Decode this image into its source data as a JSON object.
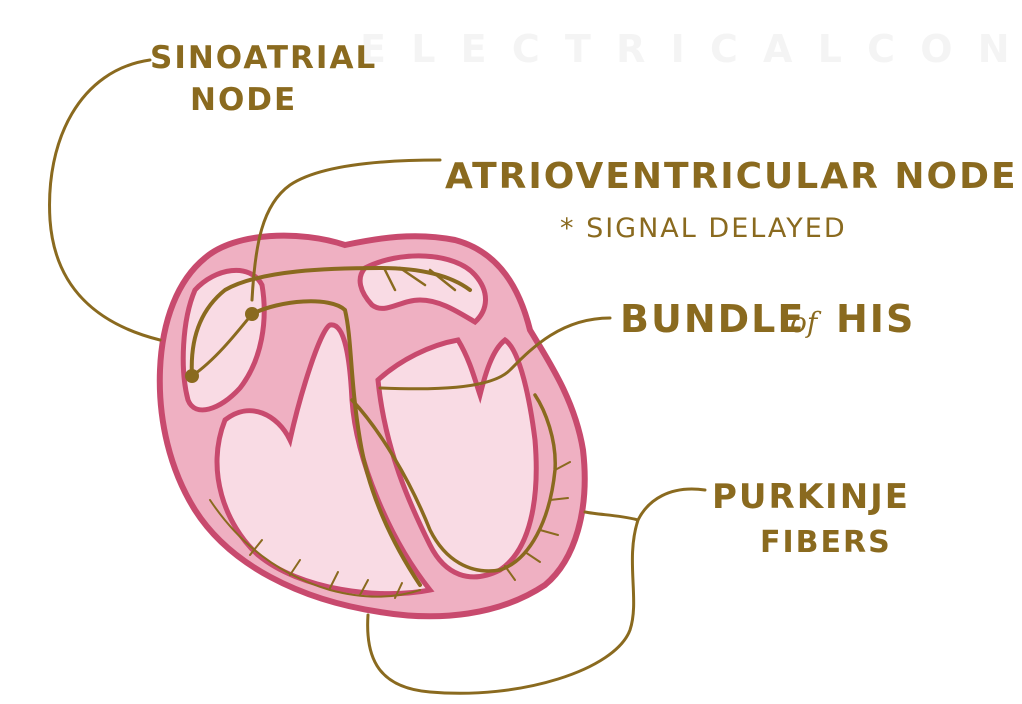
{
  "diagram": {
    "labels": {
      "sa_line1": "SINOATRIAL",
      "sa_line2": "NODE",
      "av": "ATRIOVENTRICULAR NODE",
      "av_note": "* SIGNAL DELAYED",
      "bundle_a": "BUNDLE",
      "bundle_of": "of",
      "bundle_b": "HIS",
      "purk_line1": "PURKINJE",
      "purk_line2": "FIBERS"
    },
    "colors": {
      "heart_outer": "#d4587a",
      "heart_fill": "#efb0c2",
      "chamber_fill": "#f9dbe4",
      "conduction": "#8a6a1f",
      "text": "#8a6a1f"
    }
  }
}
